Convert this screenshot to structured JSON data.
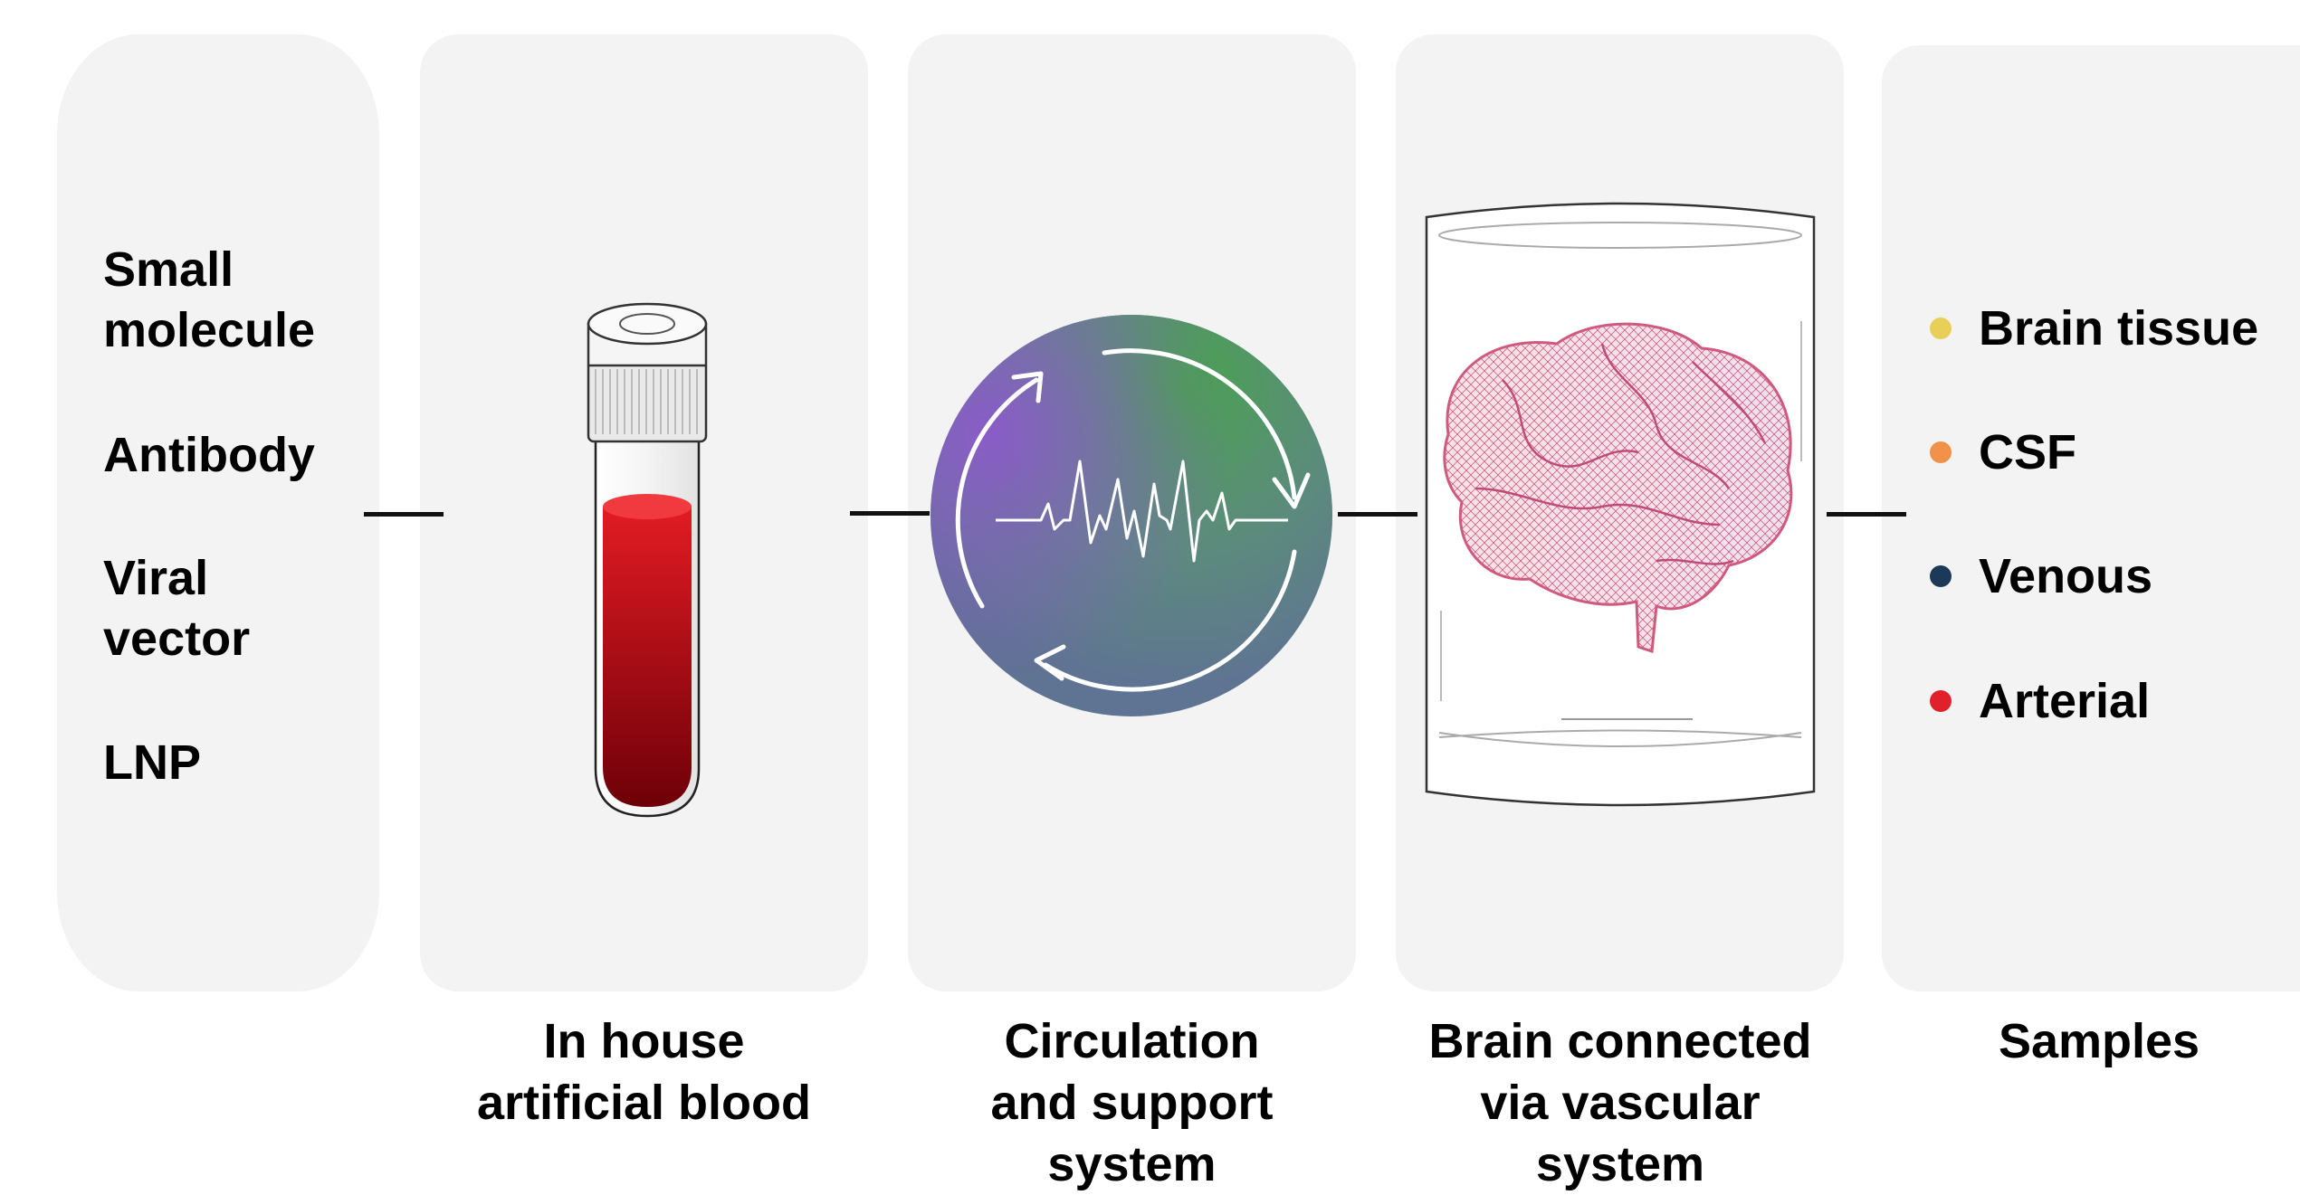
{
  "inputs": {
    "items": [
      "Small\nmolecule",
      "Antibody",
      "Viral\nvector",
      "LNP"
    ]
  },
  "stages": [
    {
      "caption": "In house\nartificial blood",
      "icon": "blood-tube-icon"
    },
    {
      "caption": "Circulation\nand support\nsystem",
      "icon": "circulation-pulse-icon"
    },
    {
      "caption": "Brain connected\nvia vascular\nsystem",
      "icon": "brain-in-container-icon"
    },
    {
      "caption": "Samples"
    }
  ],
  "samples": [
    {
      "label": "Brain tissue",
      "color": "#e8cf58"
    },
    {
      "label": "CSF",
      "color": "#f2914a"
    },
    {
      "label": "Venous",
      "color": "#1c3a57"
    },
    {
      "label": "Arterial",
      "color": "#e0202a"
    }
  ],
  "colors": {
    "panel": "#f3f3f3",
    "connector": "#111111",
    "blood_top": "#e31b23",
    "blood_bottom": "#6e0008",
    "circle_green": "#46a34a",
    "circle_purple": "#8a5cc8",
    "circle_slate": "#5f7393"
  }
}
